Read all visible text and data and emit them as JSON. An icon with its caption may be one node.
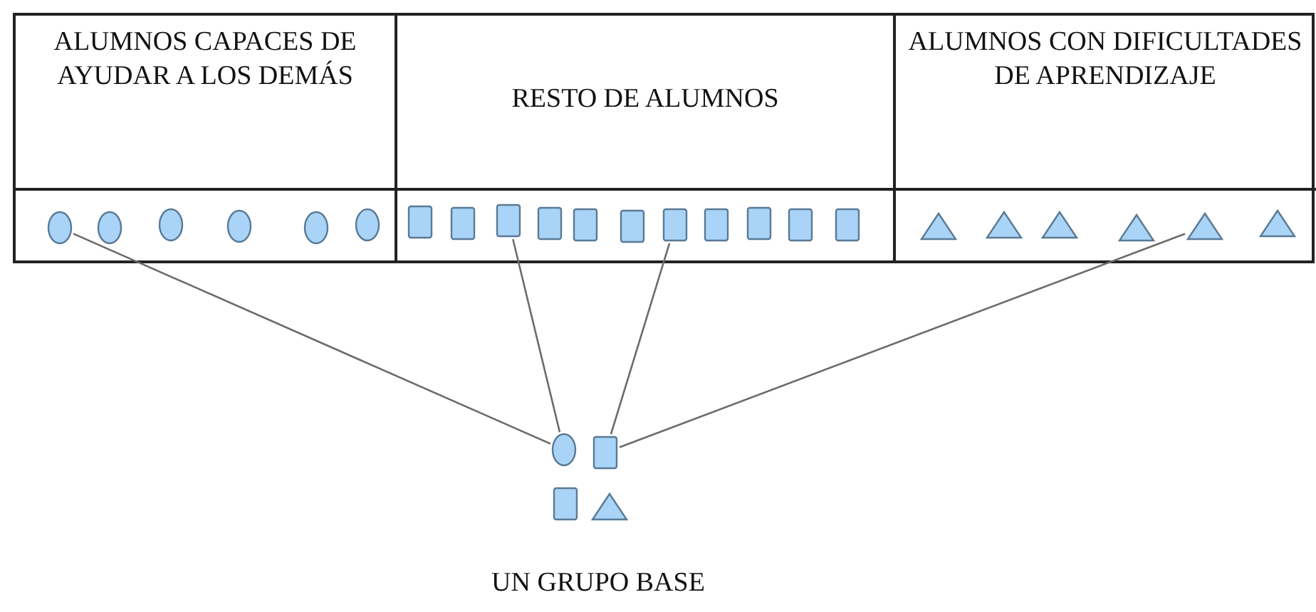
{
  "diagram": {
    "nodes": [
      {
        "text": [],
        "shape": "circle"
      },
      {
        "text": [],
        "shape": "circle"
      },
      {
        "text": [],
        "shape": "circle"
      },
      {
        "text": [],
        "shape": "circle"
      },
      {
        "text": [],
        "shape": "circle"
      },
      {
        "text": [],
        "shape": "circle"
      },
      {
        "text": [],
        "shape": "box"
      },
      {
        "text": [],
        "shape": "box"
      },
      {
        "text": [],
        "shape": "box"
      },
      {
        "text": [],
        "shape": "box"
      },
      {
        "text": [],
        "shape": "box"
      },
      {
        "text": [],
        "shape": "box"
      },
      {
        "text": [],
        "shape": "box"
      },
      {
        "text": [],
        "shape": "box"
      },
      {
        "text": [],
        "shape": "box"
      },
      {
        "text": [],
        "shape": "box"
      },
      {
        "text": [],
        "shape": "box"
      },
      {
        "text": [],
        "shape": "triangle"
      },
      {
        "text": [],
        "shape": "triangle"
      },
      {
        "text": [],
        "shape": "triangle"
      },
      {
        "text": [],
        "shape": "triangle"
      },
      {
        "text": [],
        "shape": "triangle"
      },
      {
        "text": [],
        "shape": "triangle"
      },
      {
        "text": [],
        "shape": "circle"
      },
      {
        "text": [],
        "shape": "box"
      },
      {
        "text": [],
        "shape": "box"
      },
      {
        "text": [],
        "shape": "triangle"
      }
    ],
    "edges": [
      {
        "from": 0,
        "to": 23,
        "arrow": "none"
      },
      {
        "from": 8,
        "to": 23,
        "arrow": "none"
      },
      {
        "from": 12,
        "to": 24,
        "arrow": "none"
      },
      {
        "from": 21,
        "to": 24,
        "arrow": "none"
      }
    ],
    "labels": [
      "ALUMNOS CAPACES DE AYUDAR A LOS DEMÁS",
      "RESTO DE ALUMNOS",
      "ALUMNOS CON DIFICULTADES DE APRENDIZAJE",
      "UN GRUPO BASE"
    ]
  }
}
